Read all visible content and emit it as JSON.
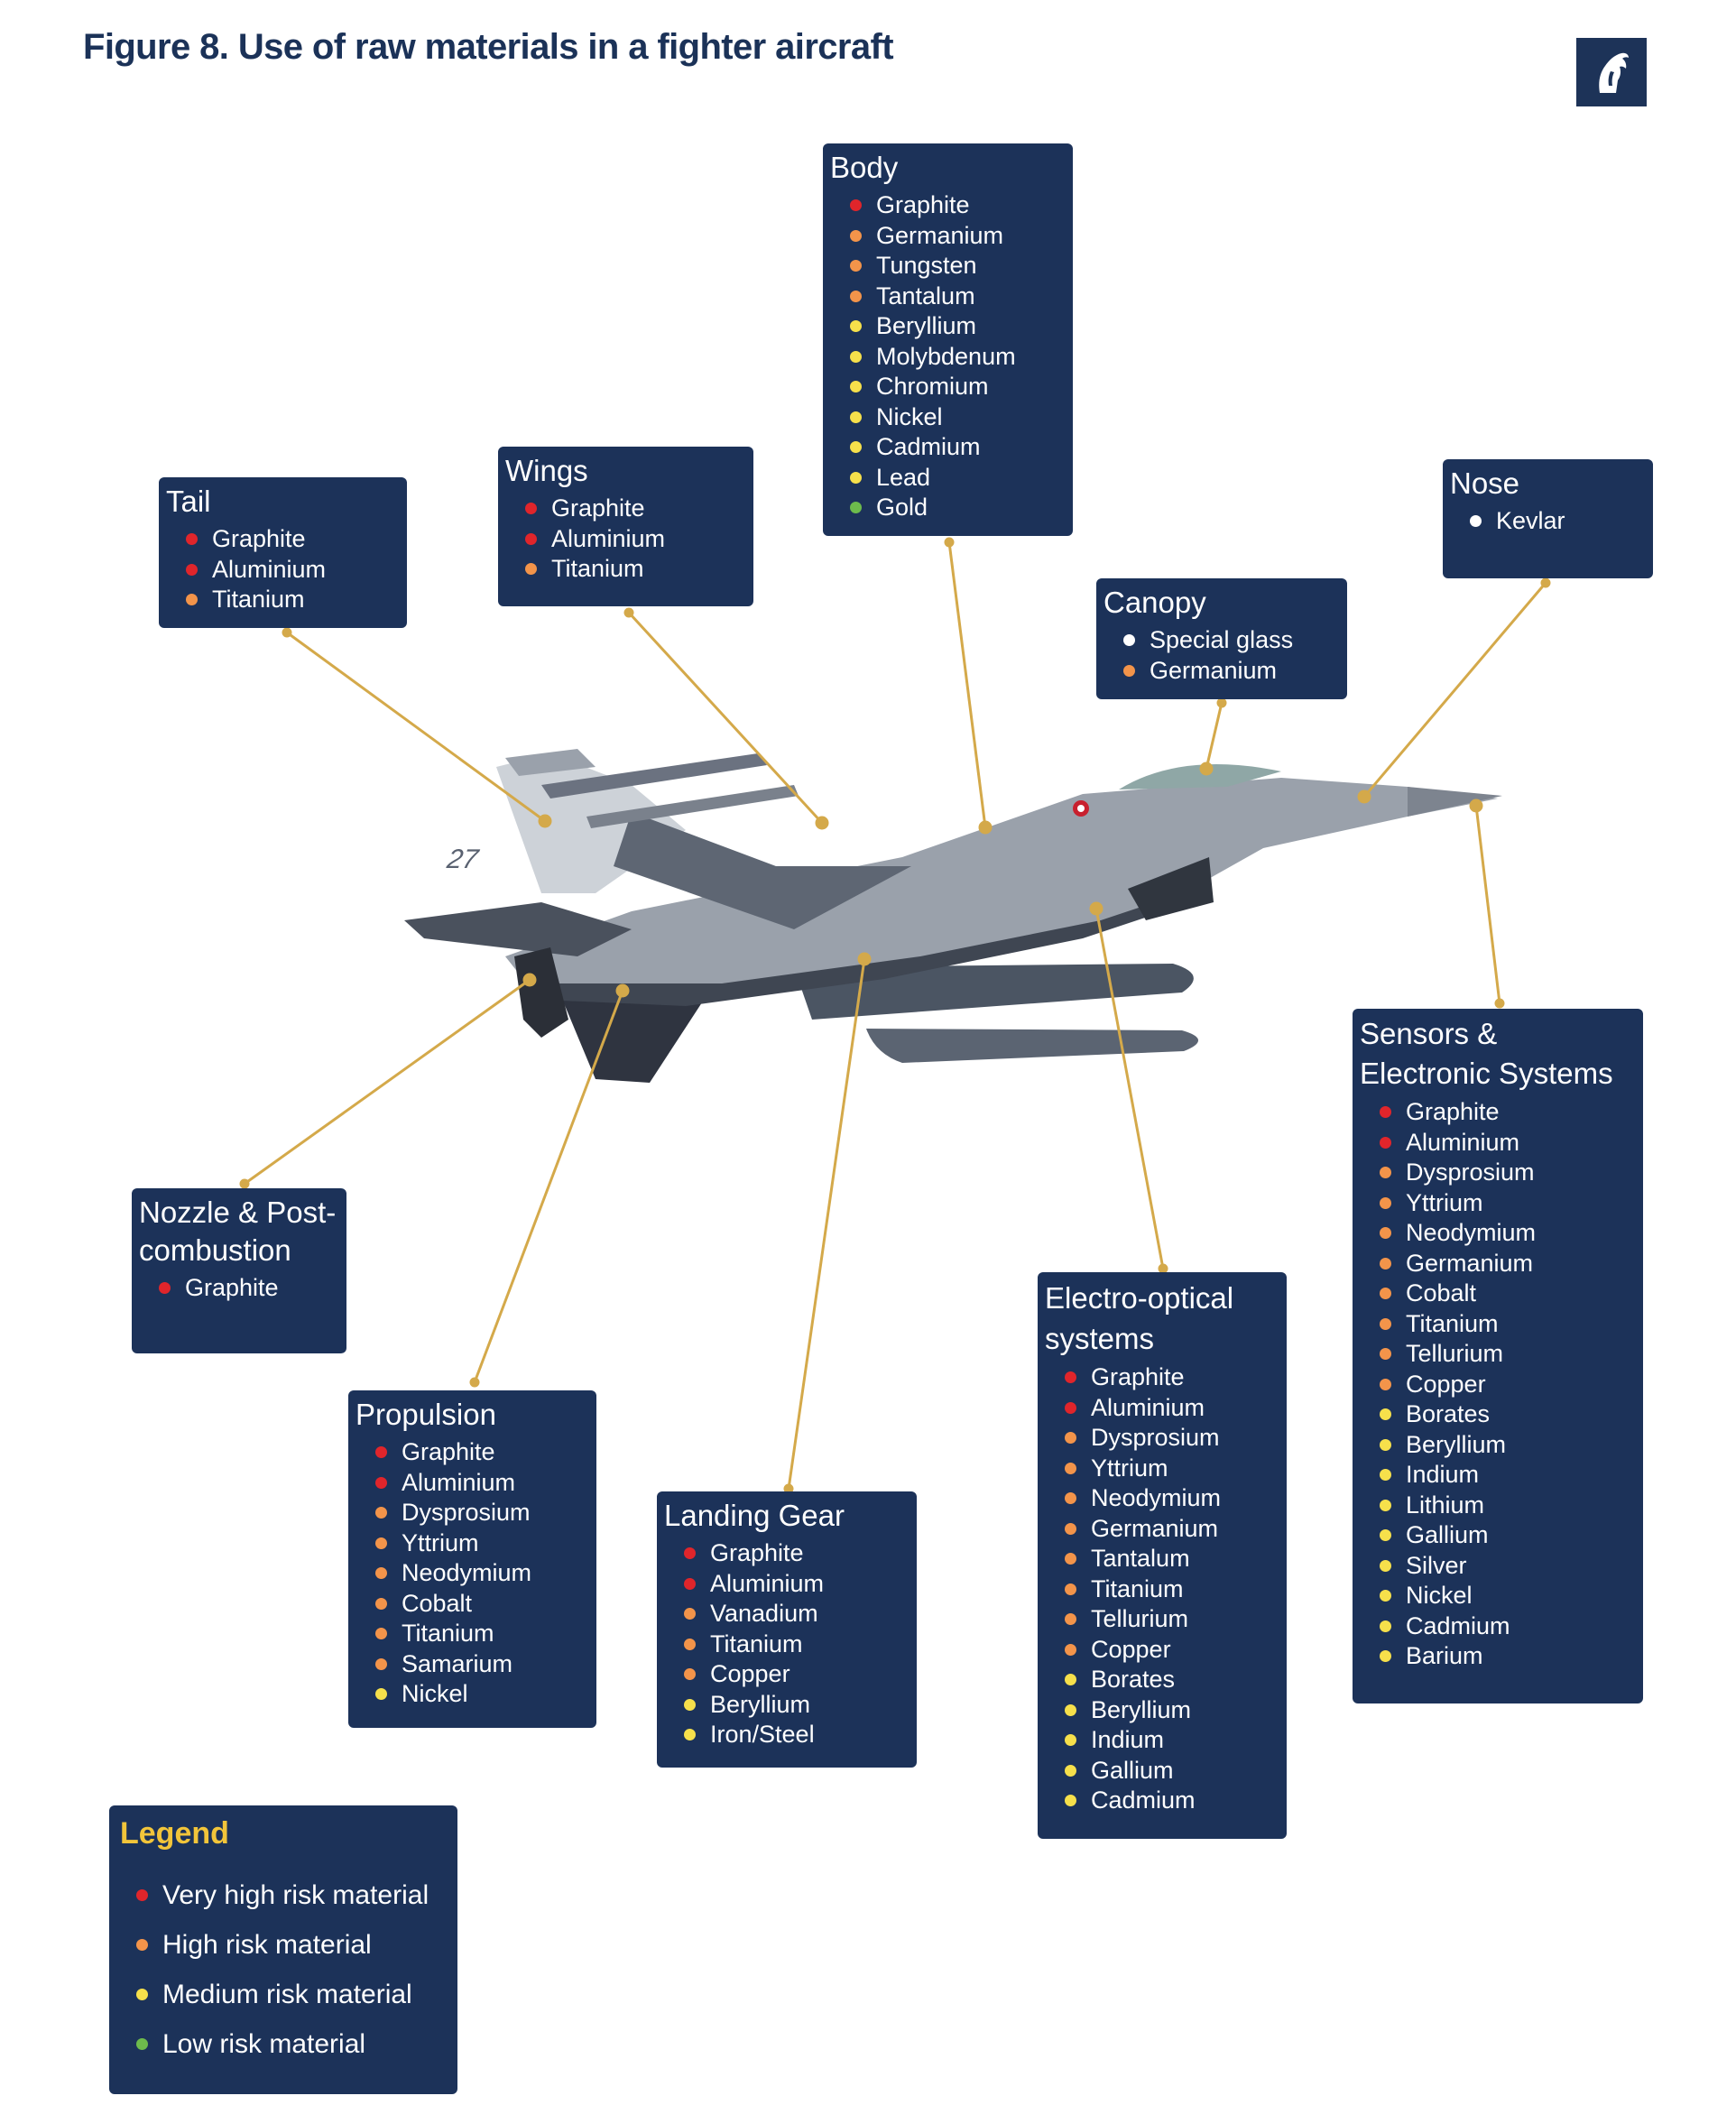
{
  "title": "Figure 8. Use of raw materials in a fighter aircraft",
  "aircraft_markings": {
    "tail_number": "27"
  },
  "risk_colors": {
    "very_high": "#e0252b",
    "high": "#f3944a",
    "medium": "#f6e04b",
    "low": "#6dbb4c",
    "none": "#ffffff"
  },
  "boxes": {
    "tail": {
      "title": "Tail",
      "items": [
        {
          "name": "Graphite",
          "risk": "very_high"
        },
        {
          "name": "Aluminium",
          "risk": "very_high"
        },
        {
          "name": "Titanium",
          "risk": "high"
        }
      ]
    },
    "wings": {
      "title": "Wings",
      "items": [
        {
          "name": "Graphite",
          "risk": "very_high"
        },
        {
          "name": "Aluminium",
          "risk": "very_high"
        },
        {
          "name": "Titanium",
          "risk": "high"
        }
      ]
    },
    "body": {
      "title": "Body",
      "items": [
        {
          "name": "Graphite",
          "risk": "very_high"
        },
        {
          "name": "Germanium",
          "risk": "high"
        },
        {
          "name": "Tungsten",
          "risk": "high"
        },
        {
          "name": "Tantalum",
          "risk": "high"
        },
        {
          "name": "Beryllium",
          "risk": "medium"
        },
        {
          "name": "Molybdenum",
          "risk": "medium"
        },
        {
          "name": "Chromium",
          "risk": "medium"
        },
        {
          "name": "Nickel",
          "risk": "medium"
        },
        {
          "name": "Cadmium",
          "risk": "medium"
        },
        {
          "name": "Lead",
          "risk": "medium"
        },
        {
          "name": "Gold",
          "risk": "low"
        }
      ]
    },
    "canopy": {
      "title": "Canopy",
      "items": [
        {
          "name": "Special glass",
          "risk": "none"
        },
        {
          "name": "Germanium",
          "risk": "high"
        }
      ]
    },
    "nose": {
      "title": "Nose",
      "items": [
        {
          "name": "Kevlar",
          "risk": "none"
        }
      ]
    },
    "sensors": {
      "title": "Sensors & Electronic Systems",
      "items": [
        {
          "name": "Graphite",
          "risk": "very_high"
        },
        {
          "name": "Aluminium",
          "risk": "very_high"
        },
        {
          "name": "Dysprosium",
          "risk": "high"
        },
        {
          "name": "Yttrium",
          "risk": "high"
        },
        {
          "name": "Neodymium",
          "risk": "high"
        },
        {
          "name": "Germanium",
          "risk": "high"
        },
        {
          "name": "Cobalt",
          "risk": "high"
        },
        {
          "name": "Titanium",
          "risk": "high"
        },
        {
          "name": "Tellurium",
          "risk": "high"
        },
        {
          "name": "Copper",
          "risk": "high"
        },
        {
          "name": "Borates",
          "risk": "medium"
        },
        {
          "name": "Beryllium",
          "risk": "medium"
        },
        {
          "name": "Indium",
          "risk": "medium"
        },
        {
          "name": "Lithium",
          "risk": "medium"
        },
        {
          "name": "Gallium",
          "risk": "medium"
        },
        {
          "name": "Silver",
          "risk": "medium"
        },
        {
          "name": "Nickel",
          "risk": "medium"
        },
        {
          "name": "Cadmium",
          "risk": "medium"
        },
        {
          "name": "Barium",
          "risk": "medium"
        }
      ]
    },
    "nozzle": {
      "title": "Nozzle & Post-combustion",
      "items": [
        {
          "name": "Graphite",
          "risk": "very_high"
        }
      ]
    },
    "propulsion": {
      "title": "Propulsion",
      "items": [
        {
          "name": "Graphite",
          "risk": "very_high"
        },
        {
          "name": "Aluminium",
          "risk": "very_high"
        },
        {
          "name": "Dysprosium",
          "risk": "high"
        },
        {
          "name": "Yttrium",
          "risk": "high"
        },
        {
          "name": "Neodymium",
          "risk": "high"
        },
        {
          "name": "Cobalt",
          "risk": "high"
        },
        {
          "name": "Titanium",
          "risk": "high"
        },
        {
          "name": "Samarium",
          "risk": "high"
        },
        {
          "name": "Nickel",
          "risk": "medium"
        }
      ]
    },
    "landing": {
      "title": "Landing Gear",
      "items": [
        {
          "name": "Graphite",
          "risk": "very_high"
        },
        {
          "name": "Aluminium",
          "risk": "very_high"
        },
        {
          "name": "Vanadium",
          "risk": "high"
        },
        {
          "name": "Titanium",
          "risk": "high"
        },
        {
          "name": "Copper",
          "risk": "high"
        },
        {
          "name": "Beryllium",
          "risk": "medium"
        },
        {
          "name": "Iron/Steel",
          "risk": "medium"
        }
      ]
    },
    "electro": {
      "title": "Electro-optical systems",
      "items": [
        {
          "name": "Graphite",
          "risk": "very_high"
        },
        {
          "name": "Aluminium",
          "risk": "very_high"
        },
        {
          "name": "Dysprosium",
          "risk": "high"
        },
        {
          "name": "Yttrium",
          "risk": "high"
        },
        {
          "name": "Neodymium",
          "risk": "high"
        },
        {
          "name": "Germanium",
          "risk": "high"
        },
        {
          "name": "Tantalum",
          "risk": "high"
        },
        {
          "name": "Titanium",
          "risk": "high"
        },
        {
          "name": "Tellurium",
          "risk": "high"
        },
        {
          "name": "Copper",
          "risk": "high"
        },
        {
          "name": "Borates",
          "risk": "medium"
        },
        {
          "name": "Beryllium",
          "risk": "medium"
        },
        {
          "name": "Indium",
          "risk": "medium"
        },
        {
          "name": "Gallium",
          "risk": "medium"
        },
        {
          "name": "Cadmium",
          "risk": "medium"
        }
      ]
    }
  },
  "legend": {
    "title": "Legend",
    "items": [
      {
        "label": "Very high risk material",
        "risk": "very_high"
      },
      {
        "label": "High risk material",
        "risk": "high"
      },
      {
        "label": "Medium risk material",
        "risk": "medium"
      },
      {
        "label": "Low risk material",
        "risk": "low"
      }
    ]
  }
}
